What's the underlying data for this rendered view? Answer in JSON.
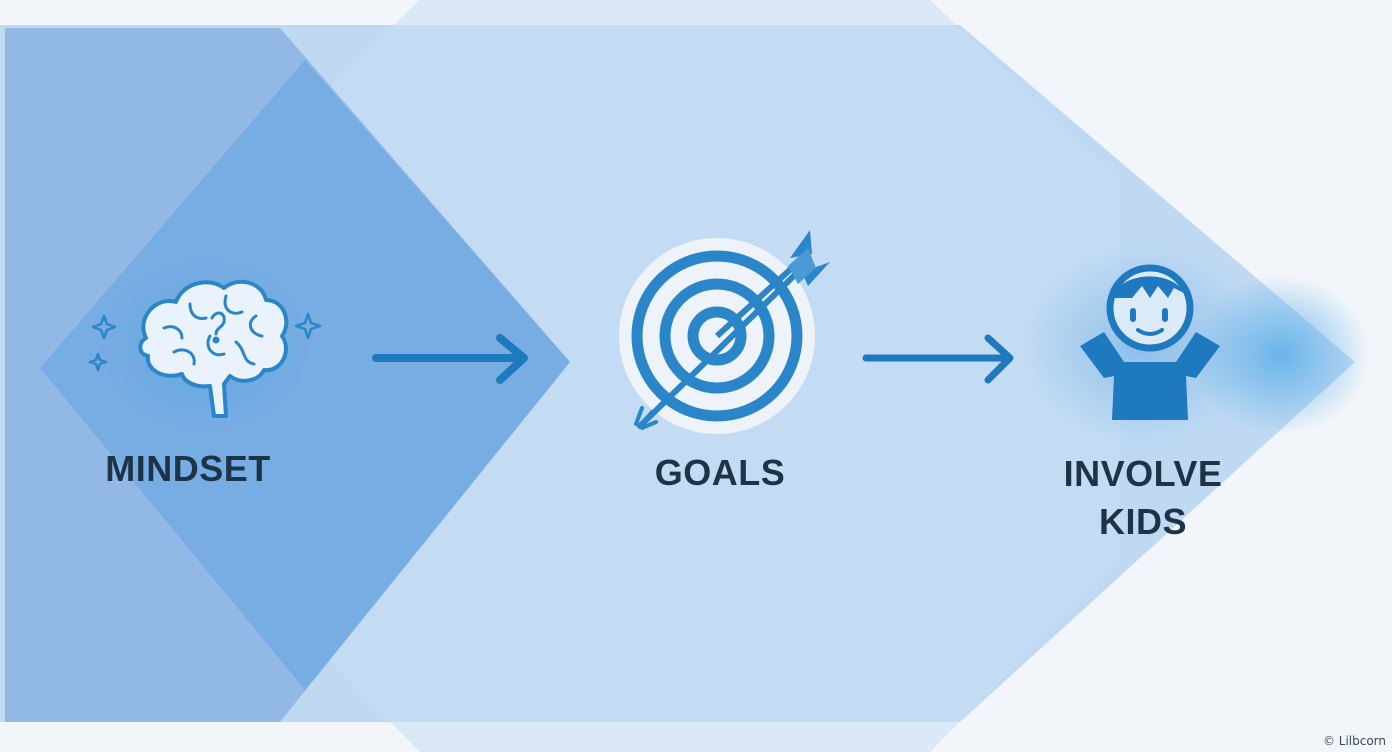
{
  "steps": [
    {
      "label": "MINDSET",
      "icon": "brain-icon"
    },
    {
      "label": "GOALS",
      "icon": "target-arrow-icon"
    },
    {
      "label_line1": "INVOLVE",
      "label_line2": "KIDS",
      "icon": "child-cheering-icon"
    }
  ],
  "connectors": [
    "arrow-right-icon",
    "arrow-right-icon"
  ],
  "credit": "© Lilbcorn",
  "colors": {
    "panel_dark": "#7fb0e3",
    "panel_mid": "#a9cdef",
    "panel_light": "#c8def3",
    "icon_blue": "#2a86c9",
    "text_dark": "#1d3348"
  }
}
